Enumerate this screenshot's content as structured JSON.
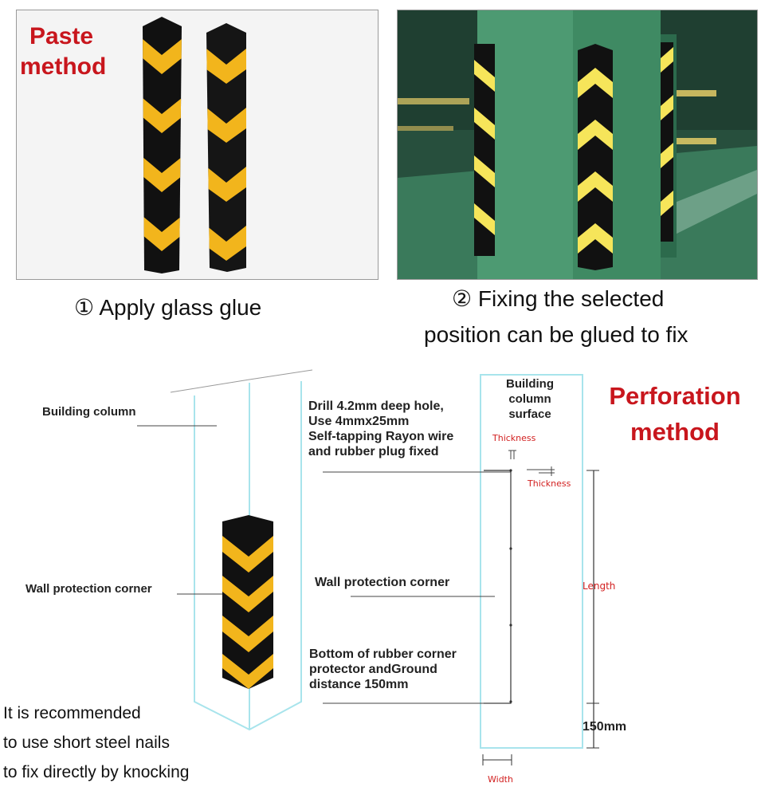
{
  "paste_panel": {
    "title_line1": "Paste",
    "title_line2": "method",
    "caption": "① Apply glass glue"
  },
  "photo_panel": {
    "caption_line1": "② Fixing the selected",
    "caption_line2": "position can be glued to fix"
  },
  "left_diagram": {
    "building_column": "Building column",
    "wall_protection_corner": "Wall protection corner",
    "note_lines": [
      "It is recommended",
      "to use short steel nails",
      "to fix directly by knocking"
    ]
  },
  "right_diagram": {
    "title_line1": "Perforation",
    "title_line2": "method",
    "surface_lines": [
      "Building",
      "column",
      "surface"
    ],
    "drill_lines": [
      "Drill 4.2mm deep hole,",
      "Use 4mmx25mm",
      "Self-tapping Rayon wire",
      "and rubber plug fixed"
    ],
    "wall_protection_corner": "Wall protection corner",
    "bottom_lines": [
      "Bottom of rubber corner",
      "protector andGround",
      "distance 150mm"
    ],
    "thickness_top": "Thickness",
    "thickness_side": "Thickness",
    "length": "Length",
    "distance": "150mm",
    "width": "Width"
  },
  "colors": {
    "stripe_yellow": "#f2b51c",
    "stripe_black": "#111111",
    "title_red": "#c8161d",
    "outline_cyan": "#a8e4ec",
    "parking_green": "#3f8a63"
  }
}
